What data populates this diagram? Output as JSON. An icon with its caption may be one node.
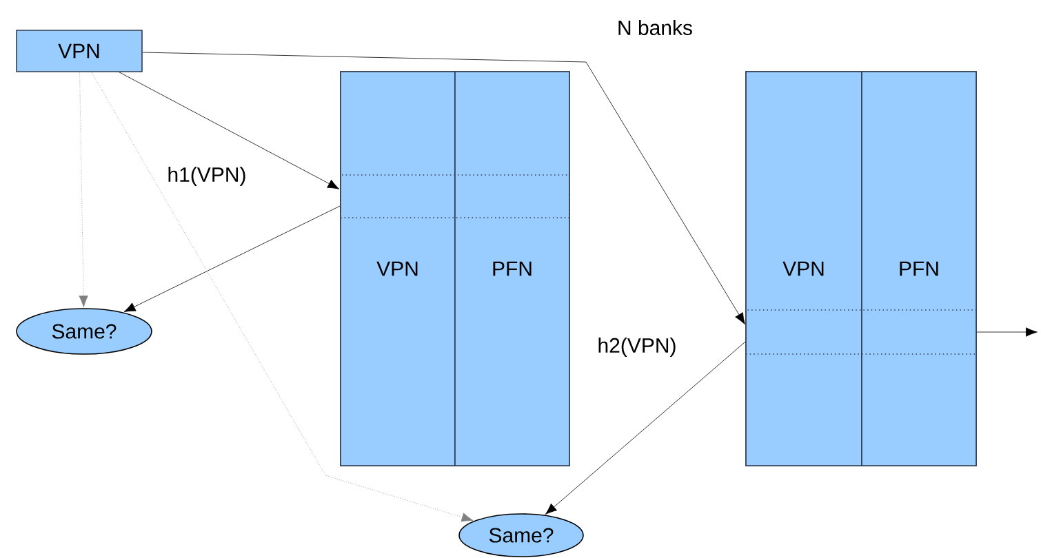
{
  "diagram": {
    "nodes": [
      {
        "text": [
          "VPN"
        ]
      },
      {
        "text": [],
        "shape": "box"
      },
      {
        "text": [
          "VPN"
        ],
        "in": 1
      },
      {
        "text": [
          "PFN"
        ],
        "in": 1
      },
      {
        "text": [],
        "shape": "box",
        "in": 1
      },
      {
        "text": [],
        "shape": "box"
      },
      {
        "text": [
          "VPN"
        ],
        "in": 5
      },
      {
        "text": [
          "PFN"
        ],
        "in": 5
      },
      {
        "text": [],
        "shape": "box",
        "in": 5
      },
      {
        "text": [
          "Same?"
        ]
      },
      {
        "text": [
          "Same?"
        ]
      }
    ],
    "edges": [
      {
        "from": 0,
        "to": 4,
        "arrow": "to"
      },
      {
        "from": 0,
        "to": 8,
        "arrow": "to"
      },
      {
        "from": 4,
        "to": 9,
        "arrow": "to"
      },
      {
        "from": 8,
        "to": 10,
        "arrow": "to"
      },
      {
        "from": 0,
        "to": 9,
        "arrow": "to",
        "style": "dashed",
        "color": "#808080"
      },
      {
        "from": 0,
        "to": 10,
        "arrow": "to",
        "style": "dashed",
        "color": "#808080"
      },
      {
        "from": 8,
        "to": null,
        "arrow": "to"
      }
    ],
    "labels": [
      "N banks",
      "h1(VPN)",
      "h2(VPN)"
    ]
  }
}
